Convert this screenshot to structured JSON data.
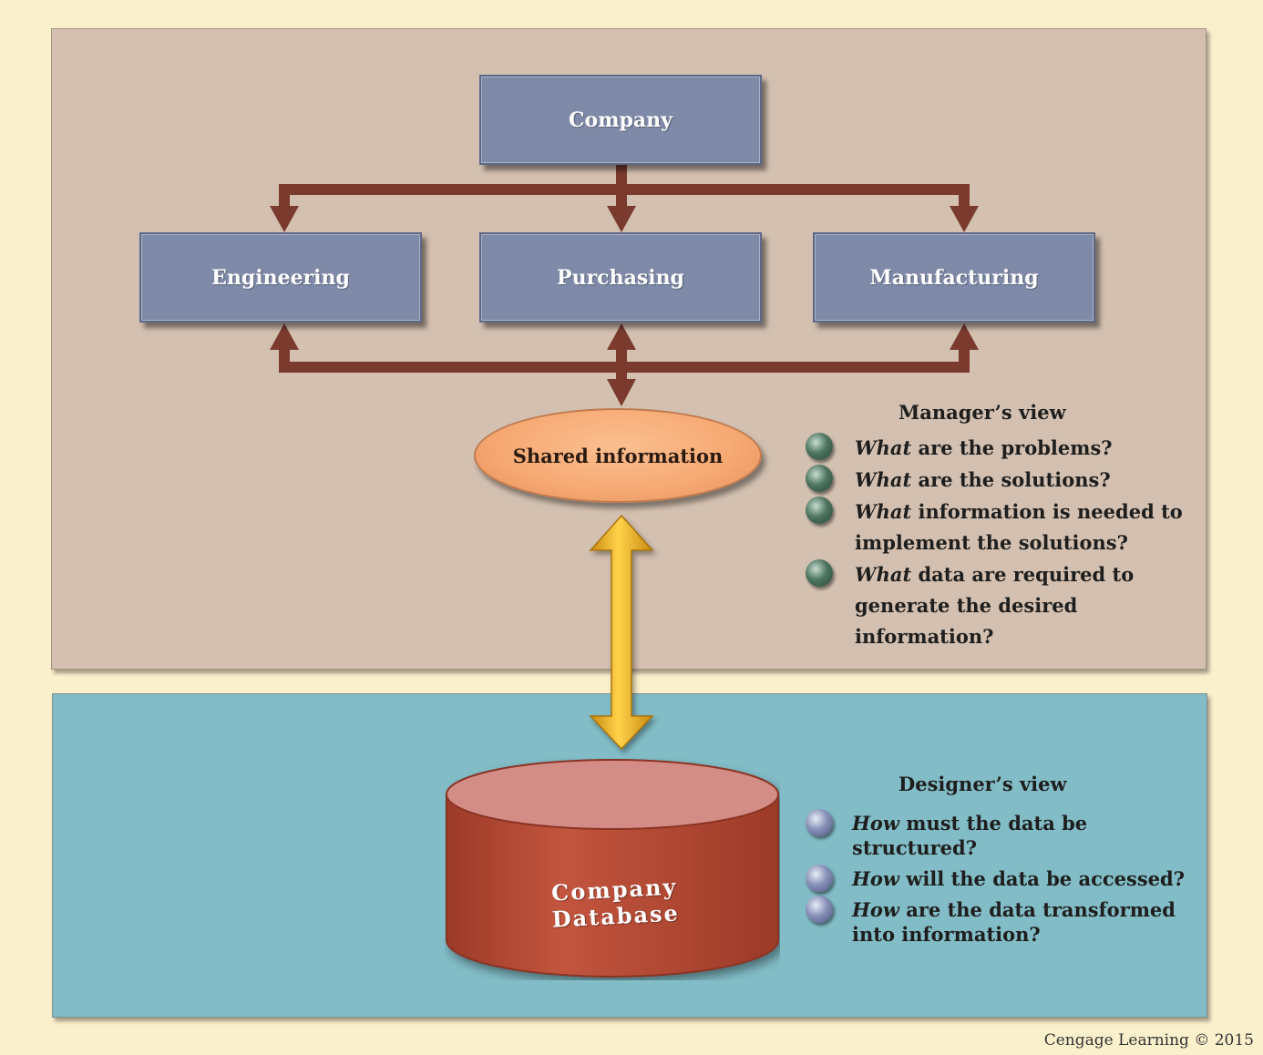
{
  "org": {
    "top": "Company",
    "departments": [
      "Engineering",
      "Purchasing",
      "Manufacturing"
    ]
  },
  "shared_info": "Shared information",
  "manager_view": {
    "title": "Manager’s view",
    "items": [
      {
        "em": "What",
        "rest": " are the problems?"
      },
      {
        "em": "What",
        "rest": " are the solutions?"
      },
      {
        "em": "What",
        "rest": " information is needed to implement the solutions?"
      },
      {
        "em": "What",
        "rest": " data are required to generate the desired information?"
      }
    ]
  },
  "designer_view": {
    "title": "Designer’s view",
    "items": [
      {
        "em": "How",
        "rest": " must the data be structured?"
      },
      {
        "em": "How",
        "rest": " will the data be accessed?"
      },
      {
        "em": "How",
        "rest": " are the data transformed into information?"
      }
    ]
  },
  "database_label": "Company Database",
  "credit": "Cengage Learning © 2015",
  "colors": {
    "background": "#fbf0cc",
    "manager_panel": "#d3c0b0",
    "designer_panel": "#82bcc6",
    "box_fill": "#7e8aa8",
    "connector": "#7a3b2e",
    "shared_info_fill": "#f6a872",
    "database_fill": "#b84c38",
    "double_arrow": "#f0b020"
  }
}
